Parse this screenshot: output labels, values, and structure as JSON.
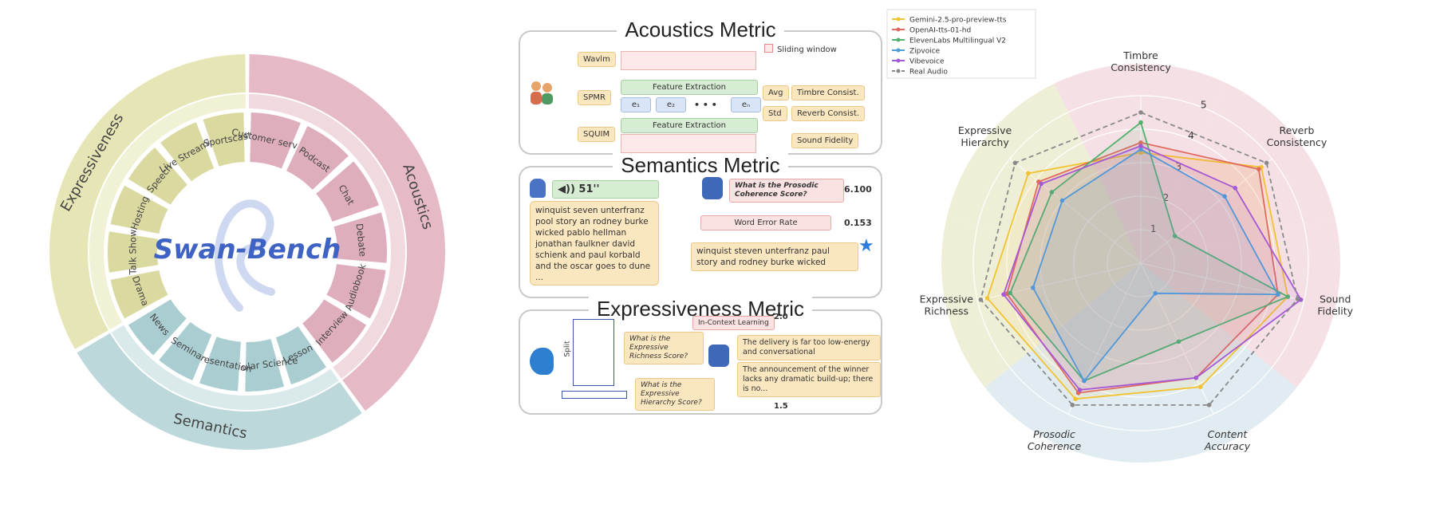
{
  "wheel": {
    "title": "Swan-Bench",
    "groups": [
      {
        "name": "Expressiveness",
        "color": "#e6e5b5",
        "inner": "#dad9a0",
        "items": [
          "Drama",
          "Talk Show",
          "Hosting",
          "Speech",
          "Live Streaming",
          "Sportscast"
        ]
      },
      {
        "name": "Acoustics",
        "color": "#e6b9c6",
        "inner": "#dfaebc",
        "items": [
          "Customer service",
          "Podcast",
          "Chat",
          "Debate",
          "Audiobook",
          "Interview"
        ]
      },
      {
        "name": "Semantics",
        "color": "#bcd8da",
        "inner": "#a9cdd1",
        "items": [
          "Lesson",
          "Popular Science",
          "Presentation",
          "Seminar",
          "News"
        ]
      }
    ]
  },
  "acoustics": {
    "title": "Acoustics Metric",
    "legend": "Sliding window",
    "inputs": [
      "Wavlm",
      "SPMR",
      "SQUIM"
    ],
    "feature_label": "Feature Extraction",
    "embeddings": [
      "e₁",
      "e₂",
      "• • •",
      "eₙ"
    ],
    "ops": [
      "Avg",
      "Std"
    ],
    "outputs": [
      "Timbre Consist.",
      "Reverb Consist.",
      "Sound Fidelity"
    ]
  },
  "semantics": {
    "title": "Semantics Metric",
    "duration": "51''",
    "transcript": "winquist seven unterfranz pool story an rodney burke wicked pablo hellman jonathan faulkner david schienk and paul korbald and the oscar goes to dune ...",
    "question": "What is the Prosodic Coherence Score?",
    "score1": "6.100",
    "wer_label": "Word Error Rate",
    "score2": "0.153",
    "reference": "winquist steven unterfranz paul story and rodney burke wicked"
  },
  "expressiveness": {
    "title": "Expressiveness Metric",
    "split_label": "Split",
    "icl": "In-Context Learning",
    "q1": "What is the Expressive Richness Score?",
    "q2": "What is the Expressive Hierarchy Score?",
    "score_top": "2.0",
    "score_bottom": "1.5",
    "feedback1": "The delivery is far too low-energy and conversational",
    "feedback2": "The announcement of the winner lacks any dramatic build-up; there is no..."
  },
  "chart_data": {
    "type": "radar",
    "axes": [
      "Timbre Consistency",
      "Reverb Consistency",
      "Sound Fidelity",
      "Content Accuracy",
      "Prosodic Coherence",
      "Expressive Richness",
      "Expressive Hierarchy"
    ],
    "axis_labels": [
      [
        "Timbre",
        "Consistency"
      ],
      [
        "Reverb",
        "Consistency"
      ],
      [
        "Sound",
        "Fidelity"
      ],
      [
        "Content",
        "Accuracy"
      ],
      [
        "Prosodic",
        "Coherence"
      ],
      [
        "Expressive",
        "Richness"
      ],
      [
        "Expressive",
        "Hierarchy"
      ]
    ],
    "ticks": [
      "1",
      "2",
      "3",
      "4",
      "5"
    ],
    "range": [
      0,
      5
    ],
    "sector_colors": [
      "#f1d6dd",
      "#f1d6dd",
      "#f1d6dd",
      "#d6e6ec",
      "#d6e6ec",
      "#e9eacb",
      "#e9eacb"
    ],
    "series": [
      {
        "name": "Gemini-2.5-pro-preview-tts",
        "color": "#f2c230",
        "values": [
          3.3,
          4.6,
          4.5,
          4.1,
          4.5,
          4.7,
          4.3
        ]
      },
      {
        "name": "OpenAI-tts-01-hd",
        "color": "#e06a5e",
        "values": [
          3.6,
          4.5,
          4.2,
          3.8,
          4.3,
          4.1,
          3.9
        ]
      },
      {
        "name": "ElevenLabs Multilingual V2",
        "color": "#4fb36b",
        "values": [
          4.2,
          1.3,
          4.5,
          2.6,
          3.9,
          4.0,
          3.4
        ]
      },
      {
        "name": "Zipvoice",
        "color": "#4a9fd8",
        "values": [
          3.4,
          3.2,
          4.2,
          1.0,
          3.9,
          3.3,
          3.0
        ]
      },
      {
        "name": "Vibevoice",
        "color": "#a659d6",
        "values": [
          3.5,
          3.6,
          4.9,
          3.8,
          4.2,
          4.2,
          3.8
        ]
      },
      {
        "name": "Real Audio",
        "color": "#8a8a8a",
        "values": [
          4.5,
          4.8,
          4.8,
          4.7,
          4.7,
          4.9,
          4.8
        ]
      }
    ]
  }
}
